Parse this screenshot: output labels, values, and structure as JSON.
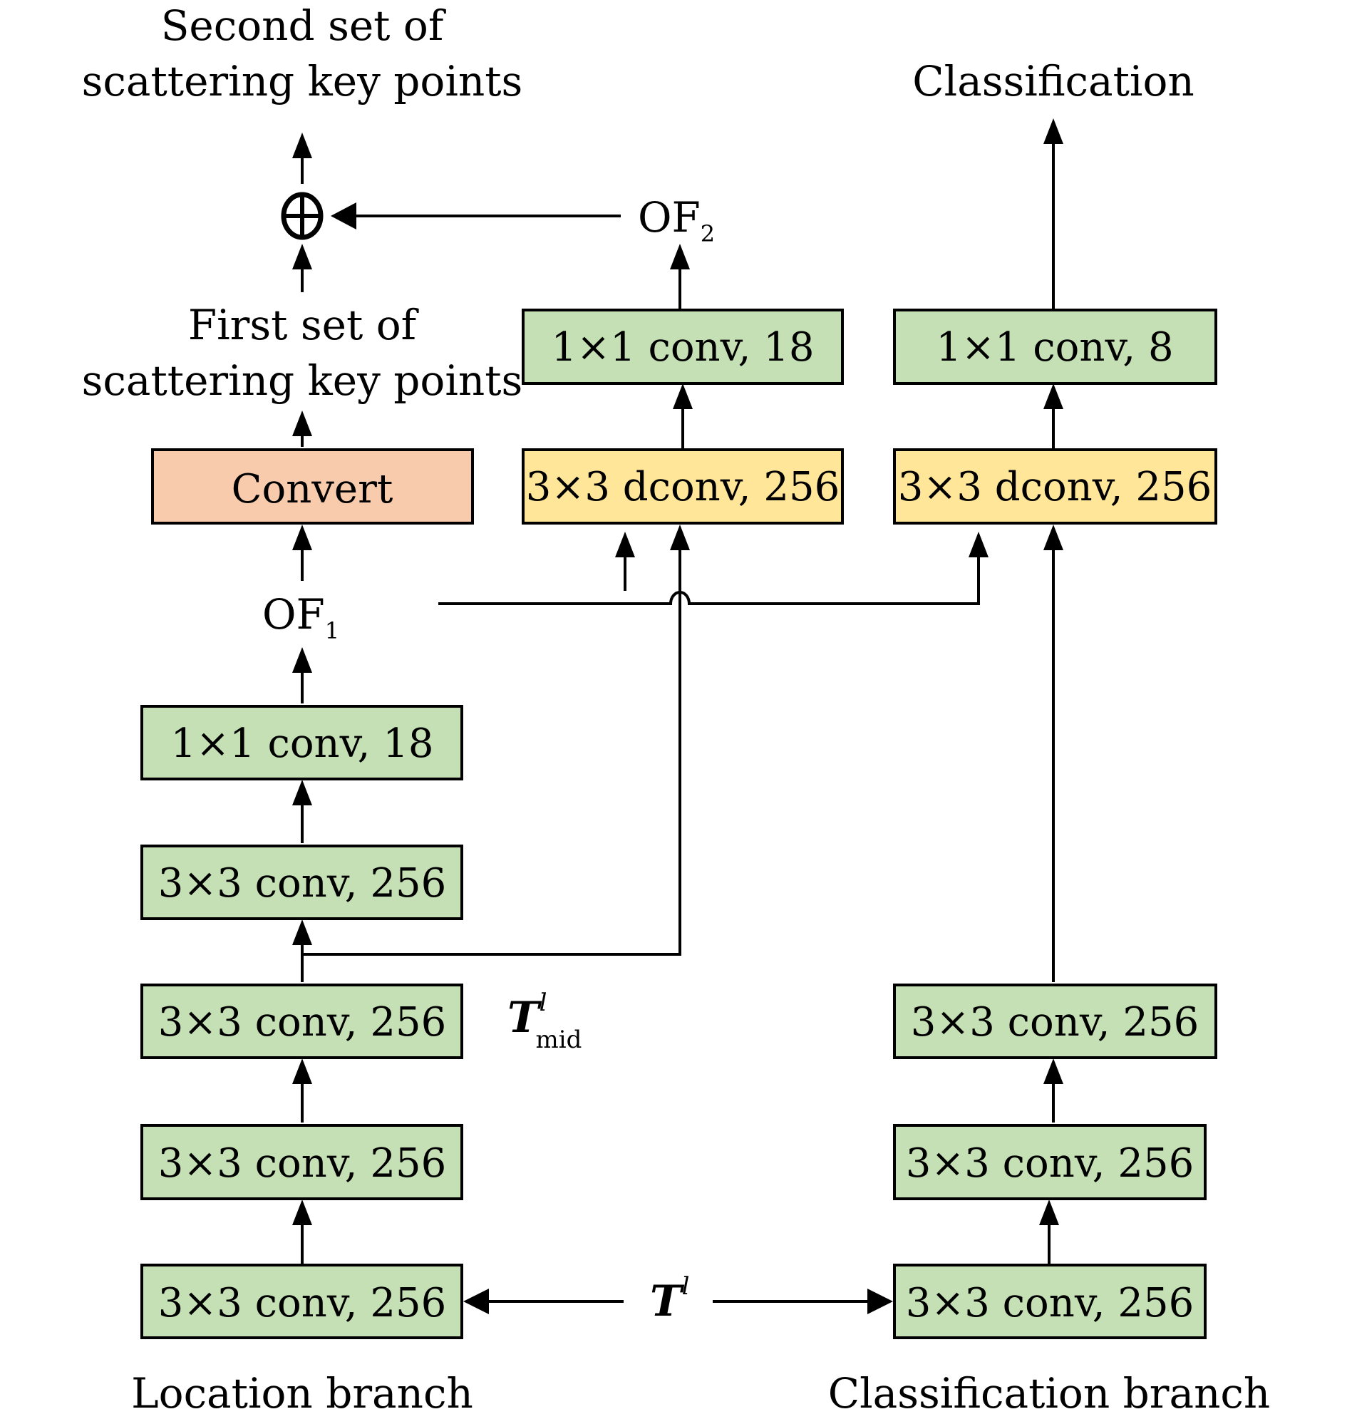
{
  "colors": {
    "conv": "#C5E0B4",
    "dconv": "#FFE699",
    "convert": "#F8CBAD",
    "stroke": "#000000"
  },
  "location_branch": {
    "label": "Location branch",
    "boxes": [
      {
        "text": "3×3 conv, 256",
        "type": "conv"
      },
      {
        "text": "3×3 conv, 256",
        "type": "conv"
      },
      {
        "text": "3×3 conv, 256",
        "type": "conv"
      },
      {
        "text": "3×3 conv, 256",
        "type": "conv"
      },
      {
        "text": "1×1 conv, 18",
        "type": "conv"
      }
    ],
    "output_1": {
      "base": "OF",
      "sub": "1"
    },
    "convert": {
      "text": "Convert",
      "type": "convert"
    },
    "first_set": [
      "First set of",
      "scattering key points"
    ],
    "second_set": [
      "Second set of",
      "scattering key points"
    ],
    "sum_symbol": "⊕"
  },
  "middle_branch": {
    "dconv": {
      "text": "3×3 dconv, 256",
      "type": "dconv"
    },
    "conv": {
      "text": "1×1 conv, 18",
      "type": "conv"
    },
    "output_2": {
      "base": "OF",
      "sub": "2"
    }
  },
  "classification_branch": {
    "label": "Classification branch",
    "boxes": [
      {
        "text": "3×3 conv, 256",
        "type": "conv"
      },
      {
        "text": "3×3 conv, 256",
        "type": "conv"
      },
      {
        "text": "3×3 conv, 256",
        "type": "conv"
      }
    ],
    "dconv": {
      "text": "3×3 dconv, 256",
      "type": "dconv"
    },
    "conv": {
      "text": "1×1 conv, 8",
      "type": "conv"
    },
    "output": "Classification"
  },
  "inputs": {
    "t_l": {
      "base": "T",
      "sup": "l"
    },
    "t_mid": {
      "base": "T",
      "sup": "l",
      "sub": "mid"
    }
  }
}
